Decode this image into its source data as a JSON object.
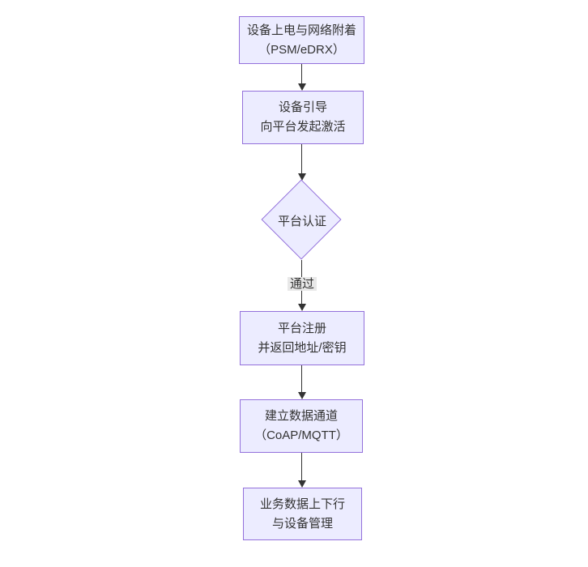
{
  "diagram": {
    "type": "flowchart",
    "direction": "top-down",
    "colors": {
      "node_fill": "#ECECFF",
      "node_border": "#9370DB",
      "text_color": "#333333",
      "arrow_color": "#333333",
      "edge_label_bg": "#e8e8e8",
      "canvas_bg": "#ffffff"
    },
    "nodes": [
      {
        "id": "power",
        "shape": "rect",
        "lines": [
          "设备上电与网络附着",
          "（PSM/eDRX）"
        ]
      },
      {
        "id": "boot",
        "shape": "rect",
        "lines": [
          "设备引导",
          "向平台发起激活"
        ]
      },
      {
        "id": "auth",
        "shape": "diamond",
        "lines": [
          "平台认证"
        ]
      },
      {
        "id": "register",
        "shape": "rect",
        "lines": [
          "平台注册",
          "并返回地址/密钥"
        ]
      },
      {
        "id": "channel",
        "shape": "rect",
        "lines": [
          "建立数据通道",
          "（CoAP/MQTT）"
        ]
      },
      {
        "id": "business",
        "shape": "rect",
        "lines": [
          "业务数据上下行",
          "与设备管理"
        ]
      }
    ],
    "edges": [
      {
        "from": "power",
        "to": "boot",
        "label": ""
      },
      {
        "from": "boot",
        "to": "auth",
        "label": ""
      },
      {
        "from": "auth",
        "to": "register",
        "label": "通过"
      },
      {
        "from": "register",
        "to": "channel",
        "label": ""
      },
      {
        "from": "channel",
        "to": "business",
        "label": ""
      }
    ]
  }
}
